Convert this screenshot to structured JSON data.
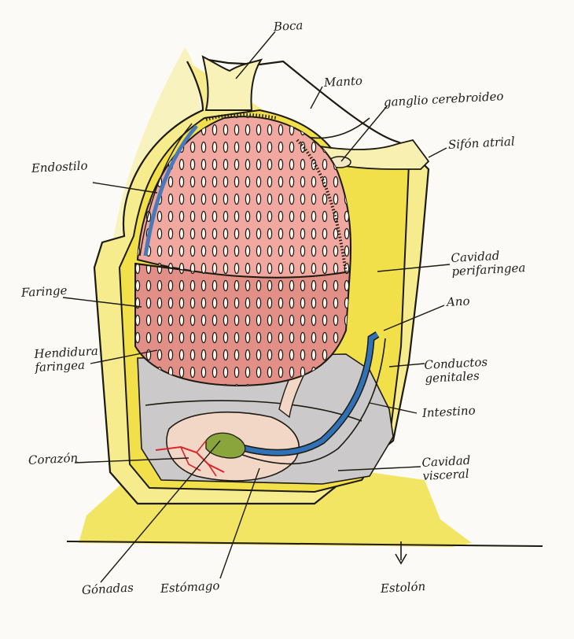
{
  "diagram": {
    "labels": {
      "boca": "Boca",
      "manto": "Manto",
      "ganglio_cerebroideo": "ganglio cerebroideo",
      "sifon_atrial": "Sifón atrial",
      "endostilo": "Endostilo",
      "cavidad_perifaringea": [
        "Cavidad",
        "perifaringea"
      ],
      "faringe": "Faringe",
      "ano": "Ano",
      "hendidura_faringea": [
        "Hendidura",
        "faringea"
      ],
      "conductos_genitales": [
        "Conductos",
        "genitales"
      ],
      "intestino": "Intestino",
      "corazon": "Corazón",
      "cavidad_visceral": [
        "Cavidad",
        "visceral"
      ],
      "gonadas": "Gónadas",
      "estomago": "Estómago",
      "estolon": "Estolón"
    },
    "colors": {
      "tunic": "#f1e04a",
      "tunic_light": "#f7ef9a",
      "outline": "#1d1a12",
      "pharynx": "#e28f88",
      "pharynx_dark": "#d96c62",
      "endostyle": "#4a78b8",
      "stomach": "#f3d7c6",
      "visceral": "#c8c6c6",
      "heart": "#d8262a",
      "gonads": "#8aa53c",
      "intestine_blue": "#2f72b8"
    }
  }
}
